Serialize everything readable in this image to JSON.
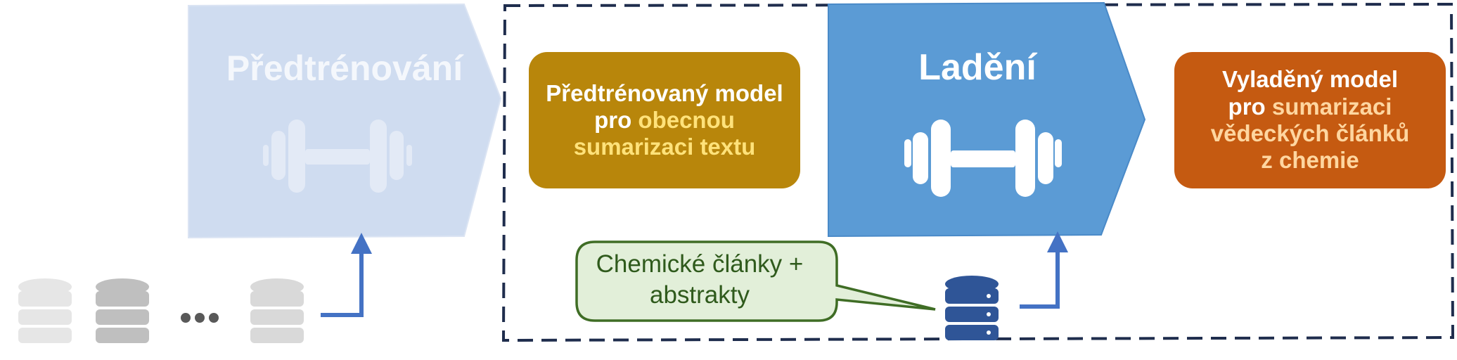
{
  "stages": {
    "pretraining": {
      "title": "Předtrénování",
      "icon": "dumbbell-icon"
    },
    "finetuning": {
      "title": "Ladění",
      "icon": "dumbbell-icon"
    }
  },
  "boxes": {
    "general_model": {
      "line1": "Předtrénovaný model",
      "line2_prefix": "pro ",
      "line2_highlight": "obecnou",
      "line3_highlight": "sumarizaci textu",
      "color": "#b8860b"
    },
    "chem_model": {
      "line1": "Vyladěný model",
      "line2_prefix": "pro ",
      "line2_highlight": "sumarizaci",
      "line3_highlight": "vědeckých článků",
      "line4_highlight": "z chemie",
      "color": "#c55a11"
    }
  },
  "callout": {
    "line1": "Chemické články +",
    "line2": "abstrakty",
    "color": "#e2efd9"
  },
  "datasets": {
    "ellipsis": "...",
    "icon": "database-icon",
    "colors": {
      "generic_light": "#e6e6e6",
      "generic_mid": "#bfbfbf",
      "chemistry": "#2f5597"
    }
  },
  "colors": {
    "pretraining_arrow": "#cfdcf0",
    "finetuning_arrow": "#5b9bd5",
    "connector": "#4472c4",
    "dashed_frame": "#1f2d4d"
  }
}
